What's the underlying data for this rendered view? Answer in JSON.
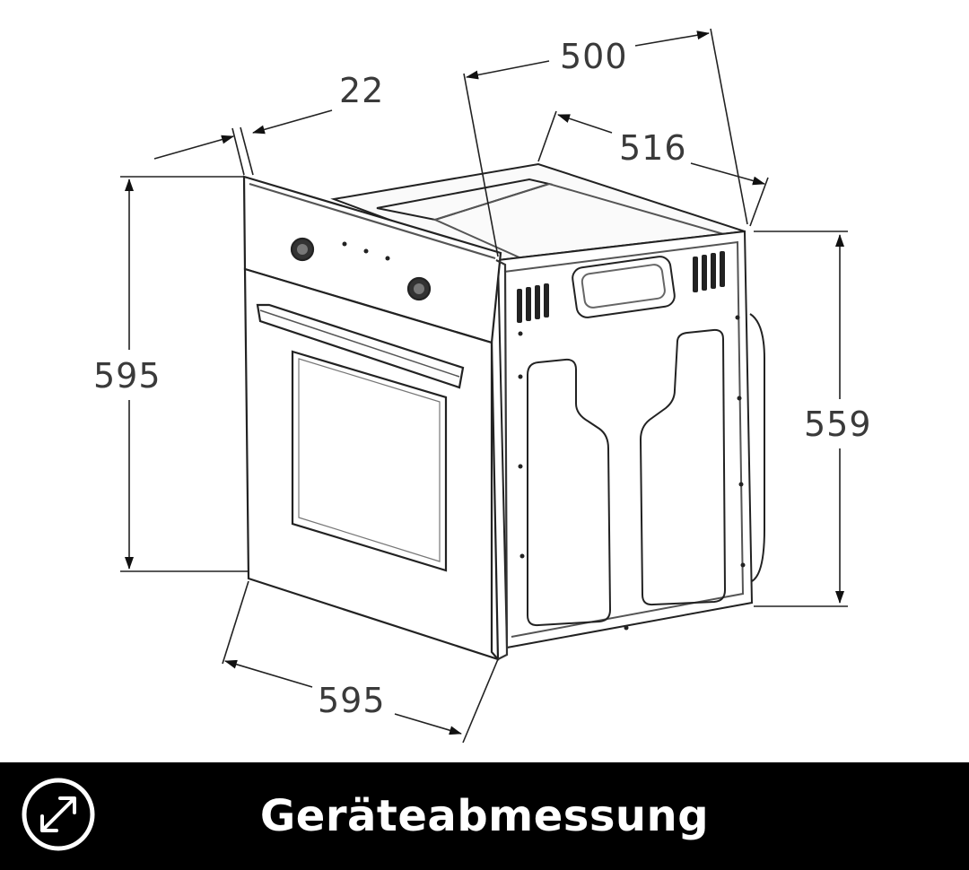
{
  "dimensions": {
    "overall_height": "595",
    "overall_width": "595",
    "front_panel_depth": "22",
    "body_width": "500",
    "body_depth": "516",
    "body_height": "559"
  },
  "caption": {
    "text": "Geräteabmessung",
    "icon": "resize-diagonal-arrows-icon"
  },
  "colors": {
    "background": "#ffffff",
    "line": "#222222",
    "caption_bar": "#000000",
    "caption_text": "#ffffff"
  }
}
